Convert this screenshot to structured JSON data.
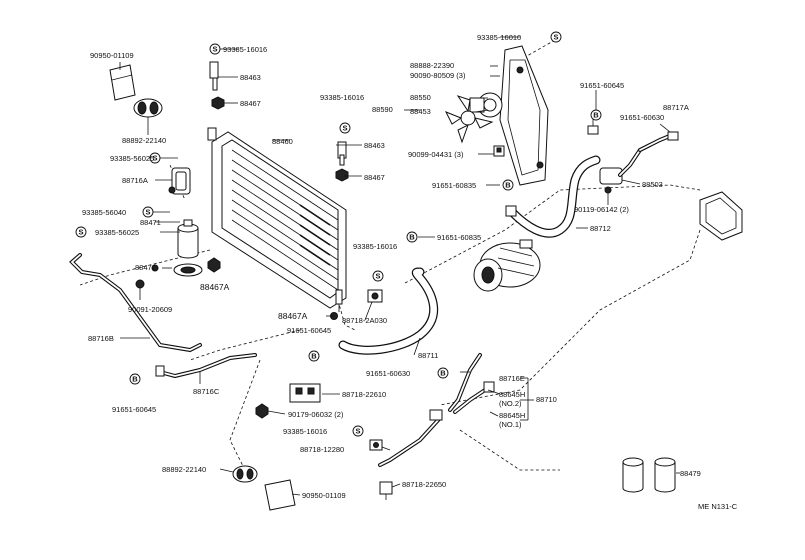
{
  "labels": {
    "l01": "90950-01109",
    "l02": "88892-22140",
    "l03": "93385-16016",
    "l04": "88463",
    "l05": "88467",
    "l06": "88460",
    "l07": "93385-56025",
    "l08": "88716A",
    "l09": "93385-56040",
    "l10": "88471",
    "l11": "93385-56025",
    "l12": "88472",
    "l13": "88467A",
    "l14": "90091-20609",
    "l15": "88716B",
    "l16": "88716C",
    "l17": "91651-60645",
    "l18": "93385-16016",
    "l19": "88463",
    "l20": "88467",
    "l21": "93385-16010",
    "l22": "88888-22390",
    "l23": "90090-80509 (3)",
    "l24": "88550",
    "l25": "88453",
    "l26": "88590",
    "l27": "90099-04431 (3)",
    "l28": "91651-60835",
    "l29": "91651-60835",
    "l30": "93385-16016",
    "l31": "88467A",
    "l32": "88718-2A030",
    "l33": "91651-60645",
    "l34": "88711",
    "l35": "91651-60645",
    "l36": "91651-60630",
    "l37": "88717A",
    "l38": "88503",
    "l39": "90119-06142 (2)",
    "l40": "88712",
    "l41": "88718-22610",
    "l42": "90179-06032 (2)",
    "l43": "93385-16016",
    "l44": "88718-12280",
    "l45": "91651-60630",
    "l46": "88716E",
    "l47": "88645H",
    "l48": "(NO.2)",
    "l49": "88710",
    "l50": "88645H",
    "l51": "(NO.1)",
    "l52": "88892-22140",
    "l53": "90950-01109",
    "l54": "88718-22650",
    "l55": "88479",
    "l56": "ME N131-C"
  },
  "symbols": {
    "s": "S",
    "b": "B"
  }
}
